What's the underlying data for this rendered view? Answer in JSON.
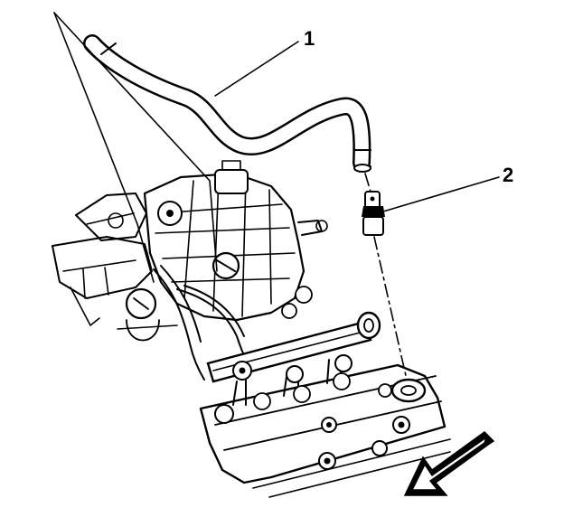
{
  "callouts": [
    {
      "label": "1",
      "part": "pcv-hose"
    },
    {
      "label": "2",
      "part": "pcv-valve"
    }
  ],
  "colors": {
    "ink": "#000000",
    "paper": "#ffffff"
  },
  "orientation_arrow": {
    "icon": "front-direction-arrow-icon"
  }
}
